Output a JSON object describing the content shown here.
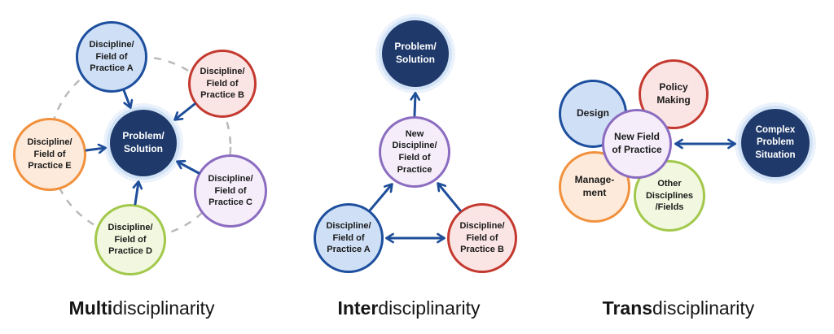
{
  "multi": {
    "label": {
      "prefix": "Multi",
      "rest": "disciplinarity"
    },
    "center": "Problem/\nSolution",
    "a": "Discipline/\nField of\nPractice A",
    "b": "Discipline/\nField of\nPractice B",
    "c": "Discipline/\nField of\nPractice C",
    "d": "Discipline/\nField of\nPractice D",
    "e": "Discipline/\nField of\nPractice E"
  },
  "inter": {
    "label": {
      "prefix": "Inter",
      "rest": "disciplinarity"
    },
    "problem": "Problem/\nSolution",
    "new_discipline": "New\nDiscipline/\nField of\nPractice",
    "a": "Discipline/\nField of\nPractice A",
    "b": "Discipline/\nField of\nPractice B"
  },
  "trans": {
    "label": {
      "prefix": "Trans",
      "rest": "disciplinarity"
    },
    "design": "Design",
    "policy": "Policy\nMaking",
    "management": "Manage-\nment",
    "other": "Other\nDisciplines\n/Fields",
    "new_field": "New Field\nof Practice",
    "complex": "Complex\nProblem\nSituation"
  },
  "colors": {
    "navy_fill": "#1f3a6a",
    "navy_halo": "#d2e3f7",
    "blue_fill": "#cfe0f6",
    "blue_border": "#1d4f9e",
    "pink_fill": "#fbe5e4",
    "pink_border": "#c4392f",
    "orange_fill": "#fdeada",
    "orange_border": "#f1913d",
    "purple_fill": "#f5eefa",
    "purple_border": "#8b6cc0",
    "green_fill": "#f2f8df",
    "green_border": "#a2c84b",
    "arrow": "#1e4e9a",
    "dashed_orbit": "#b9b9b9",
    "text_dark": "#1a1a1a",
    "text_light": "#ffffff"
  }
}
